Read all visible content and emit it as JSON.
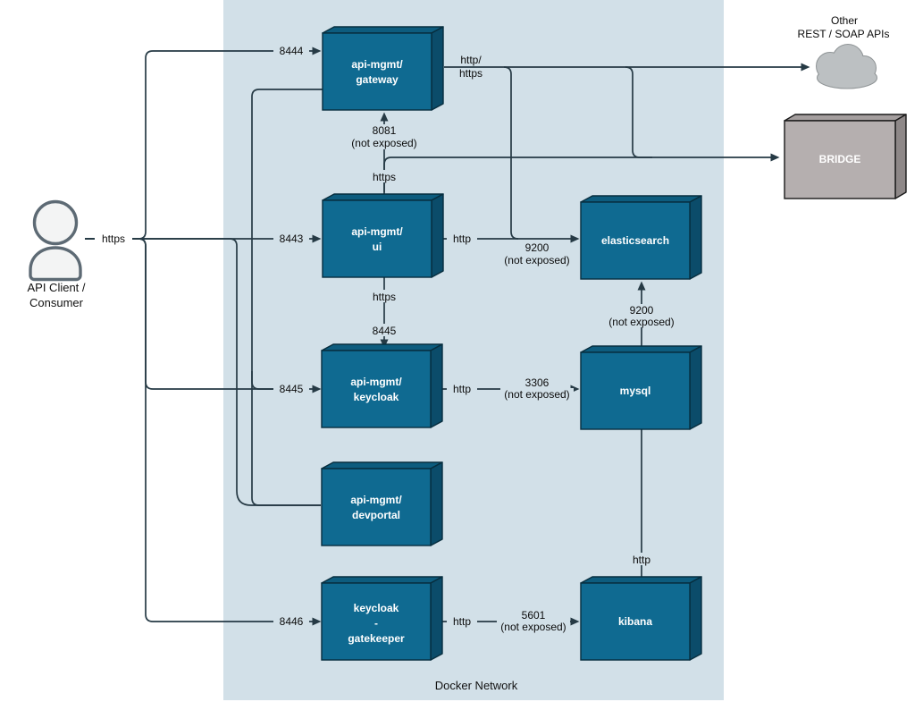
{
  "background": {
    "docker_label": "Docker Network"
  },
  "actor": {
    "line1": "API Client /",
    "line2": "Consumer"
  },
  "cloud": {
    "line1": "Other",
    "line2": "REST / SOAP APIs"
  },
  "bridge": {
    "label": "BRIDGE"
  },
  "nodes": {
    "gateway": {
      "line1": "api-mgmt/",
      "line2": "gateway"
    },
    "ui": {
      "line1": "api-mgmt/",
      "line2": "ui"
    },
    "keycloak": {
      "line1": "api-mgmt/",
      "line2": "keycloak"
    },
    "devportal": {
      "line1": "api-mgmt/",
      "line2": "devportal"
    },
    "gatekeeper": {
      "line1": "keycloak",
      "line2": "-",
      "line3": "gatekeeper"
    },
    "elasticsearch": {
      "label": "elasticsearch"
    },
    "mysql": {
      "label": "mysql"
    },
    "kibana": {
      "label": "kibana"
    }
  },
  "edges": {
    "client_protocol": "https",
    "port_8444": "8444",
    "port_8443": "8443",
    "port_8445": "8445",
    "port_8446": "8446",
    "gw_cloud_line1": "http/",
    "gw_cloud_line2": "https",
    "ui_gw_port": "8081",
    "ui_gw_note": "(not exposed)",
    "ui_gw_protocol": "https",
    "ui_kc_protocol": "https",
    "ui_kc_port": "8445",
    "ui_es_protocol": "http",
    "ui_es_port": "9200",
    "ui_es_note": "(not exposed)",
    "kc_mysql_protocol": "http",
    "kc_mysql_port": "3306",
    "kc_mysql_note": "(not exposed)",
    "kb_es_protocol": "http",
    "kb_es_port": "9200",
    "kb_es_note": "(not exposed)",
    "gk_kb_protocol": "http",
    "gk_kb_port": "5601",
    "gk_kb_note": "(not exposed)"
  },
  "colors": {
    "network_bg": "#d2e0e8",
    "node_fill": "#0f6a91",
    "node_top": "#0d5c7e",
    "node_side": "#0b4c6a",
    "node_stroke": "#072e3f",
    "node_text": "#ffffff",
    "bridge_fill": "#b5afaf",
    "cloud_fill": "#bcc0c2",
    "line": "#263a45",
    "text": "#0b0b0b"
  }
}
